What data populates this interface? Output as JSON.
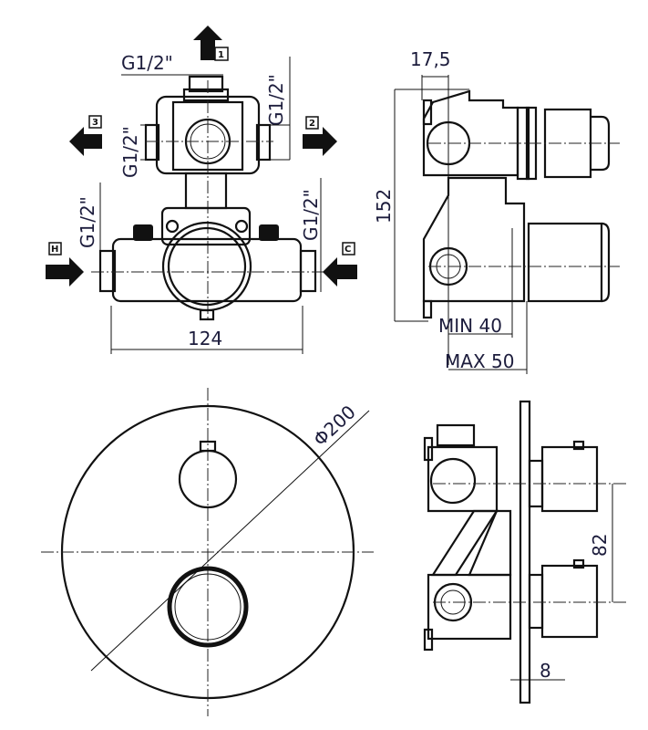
{
  "front_view": {
    "thread_top": "G1/2\"",
    "thread_left_outlet": "G1/2\"",
    "thread_right_outlet": "G1/2\"",
    "thread_hot": "G1/2\"",
    "thread_cold": "G1/2\"",
    "outlet_1": "1",
    "outlet_2": "2",
    "outlet_3": "3",
    "inlet_hot": "H",
    "inlet_cold": "C",
    "width_dim": "124"
  },
  "side_view": {
    "offset_dim": "17,5",
    "height_dim": "152",
    "min_depth": "MIN 40",
    "max_depth": "MAX 50"
  },
  "plate_view": {
    "diameter_dim": "Φ200"
  },
  "installed_side_view": {
    "spacing_dim": "82",
    "plate_dim": "8"
  }
}
